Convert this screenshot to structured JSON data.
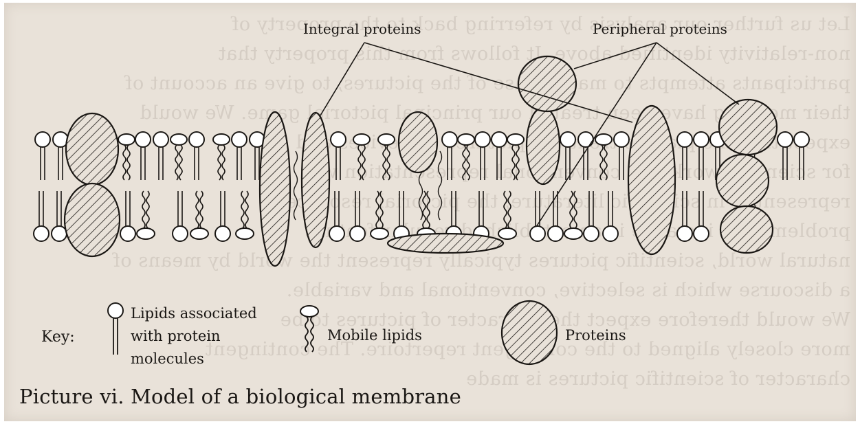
{
  "labels": {
    "integral": "Integral proteins",
    "peripheral": "Peripheral proteins"
  },
  "key": {
    "title": "Key:",
    "lipids_associated": "Lipids associated\nwith protein\nmolecules",
    "mobile_lipids": "Mobile lipids",
    "proteins": "Proteins"
  },
  "caption": "Picture vi. Model of a biological membrane",
  "icons": [
    "associated-lipid-icon",
    "mobile-lipid-icon",
    "protein-icon"
  ],
  "colors": {
    "paper": "#e9e2d9",
    "ink": "#1a1714",
    "head_fill": "#ffffff"
  }
}
